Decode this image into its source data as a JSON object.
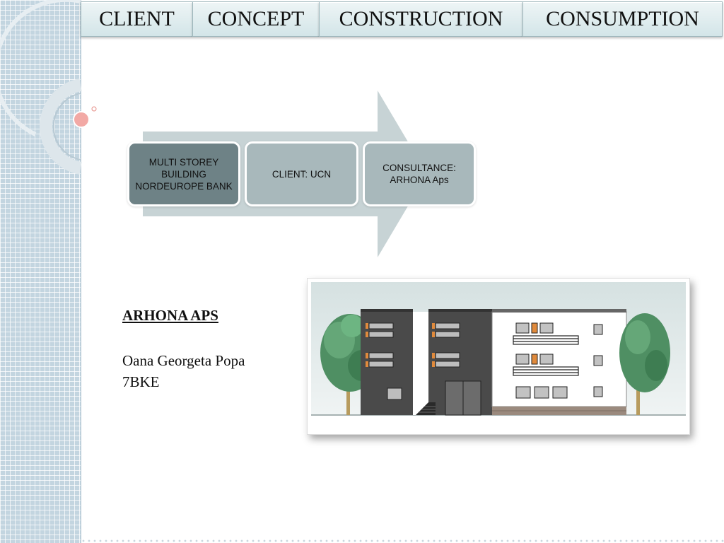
{
  "nav": {
    "tabs": [
      "CLIENT",
      "CONCEPT",
      "CONSTRUCTION",
      "CONSUMPTION"
    ]
  },
  "process": {
    "steps": [
      {
        "label": "MULTI STOREY BUILDING NORDEUROPE BANK"
      },
      {
        "label": "CLIENT: UCN"
      },
      {
        "label": "CONSULTANCE: ARHONA Aps"
      }
    ]
  },
  "company": {
    "name": "ARHONA APS",
    "author": "Oana Georgeta Popa",
    "class": "7BKE"
  },
  "colors": {
    "tab_gradient_top": "#eef5f6",
    "tab_gradient_bottom": "#d3e5e8",
    "arrow": "#c7d3d5",
    "step_dark": "#6e8286",
    "step_light": "#a8b8bb",
    "side_strip": "#c3d5e0"
  }
}
